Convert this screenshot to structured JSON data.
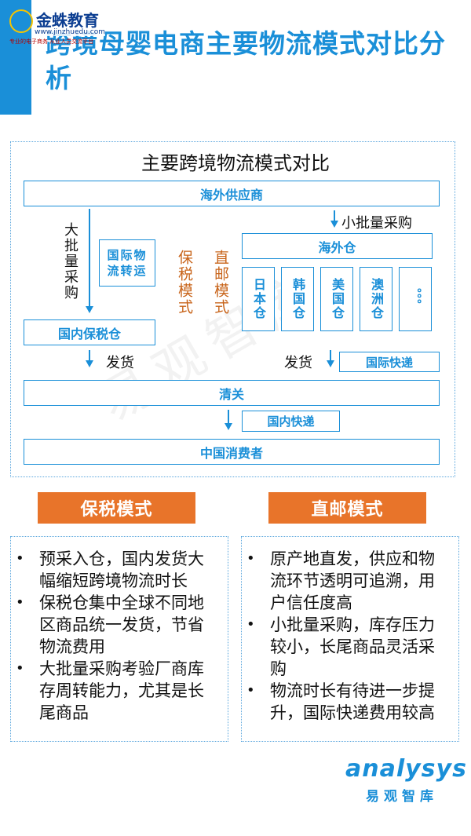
{
  "header": {
    "title": "跨境母婴电商主要物流模式对比分析",
    "logo": {
      "name": "金蛛教育",
      "url": "www.jinzhuedu.com",
      "slogan": "专业的电子商务 从业人员交流平台"
    }
  },
  "diagram": {
    "title": "主要跨境物流模式对比",
    "overseas_supplier": "海外供应商",
    "small_batch": "小批量采购",
    "large_batch": "大批量采购",
    "intl_transfer": "国际物流转运",
    "bonded_mode": "保税模式",
    "direct_mode": "直邮模式",
    "overseas_warehouse": "海外仓",
    "warehouses": [
      "日本仓",
      "韩国仓",
      "美国仓",
      "澳洲仓",
      "。。。"
    ],
    "domestic_bonded": "国内保税仓",
    "ship_left": "发货",
    "ship_right": "发货",
    "intl_express": "国际快递",
    "customs": "清关",
    "domestic_express": "国内快递",
    "consumer": "中国消费者"
  },
  "watermark": "易观智库",
  "bonded": {
    "header": "保税模式",
    "points": [
      "预采入仓，国内发货大幅缩短跨境物流时长",
      "保税仓集中全球不同地区商品统一发货，节省物流费用",
      "大批量采购考验厂商库存周转能力，尤其是长尾商品"
    ]
  },
  "direct": {
    "header": "直邮模式",
    "points": [
      "原产地直发，供应和物流环节透明可追溯，用户信任度高",
      "小批量采购，库存压力较小，长尾商品灵活采购",
      "物流时长有待进一步提升，国际快递费用较高"
    ]
  },
  "brand": {
    "name_en": "analysys",
    "name_cn": "易观智库"
  },
  "colors": {
    "accent": "#1a8fd8",
    "orange": "#e8742a",
    "mode_text": "#c8641a"
  }
}
